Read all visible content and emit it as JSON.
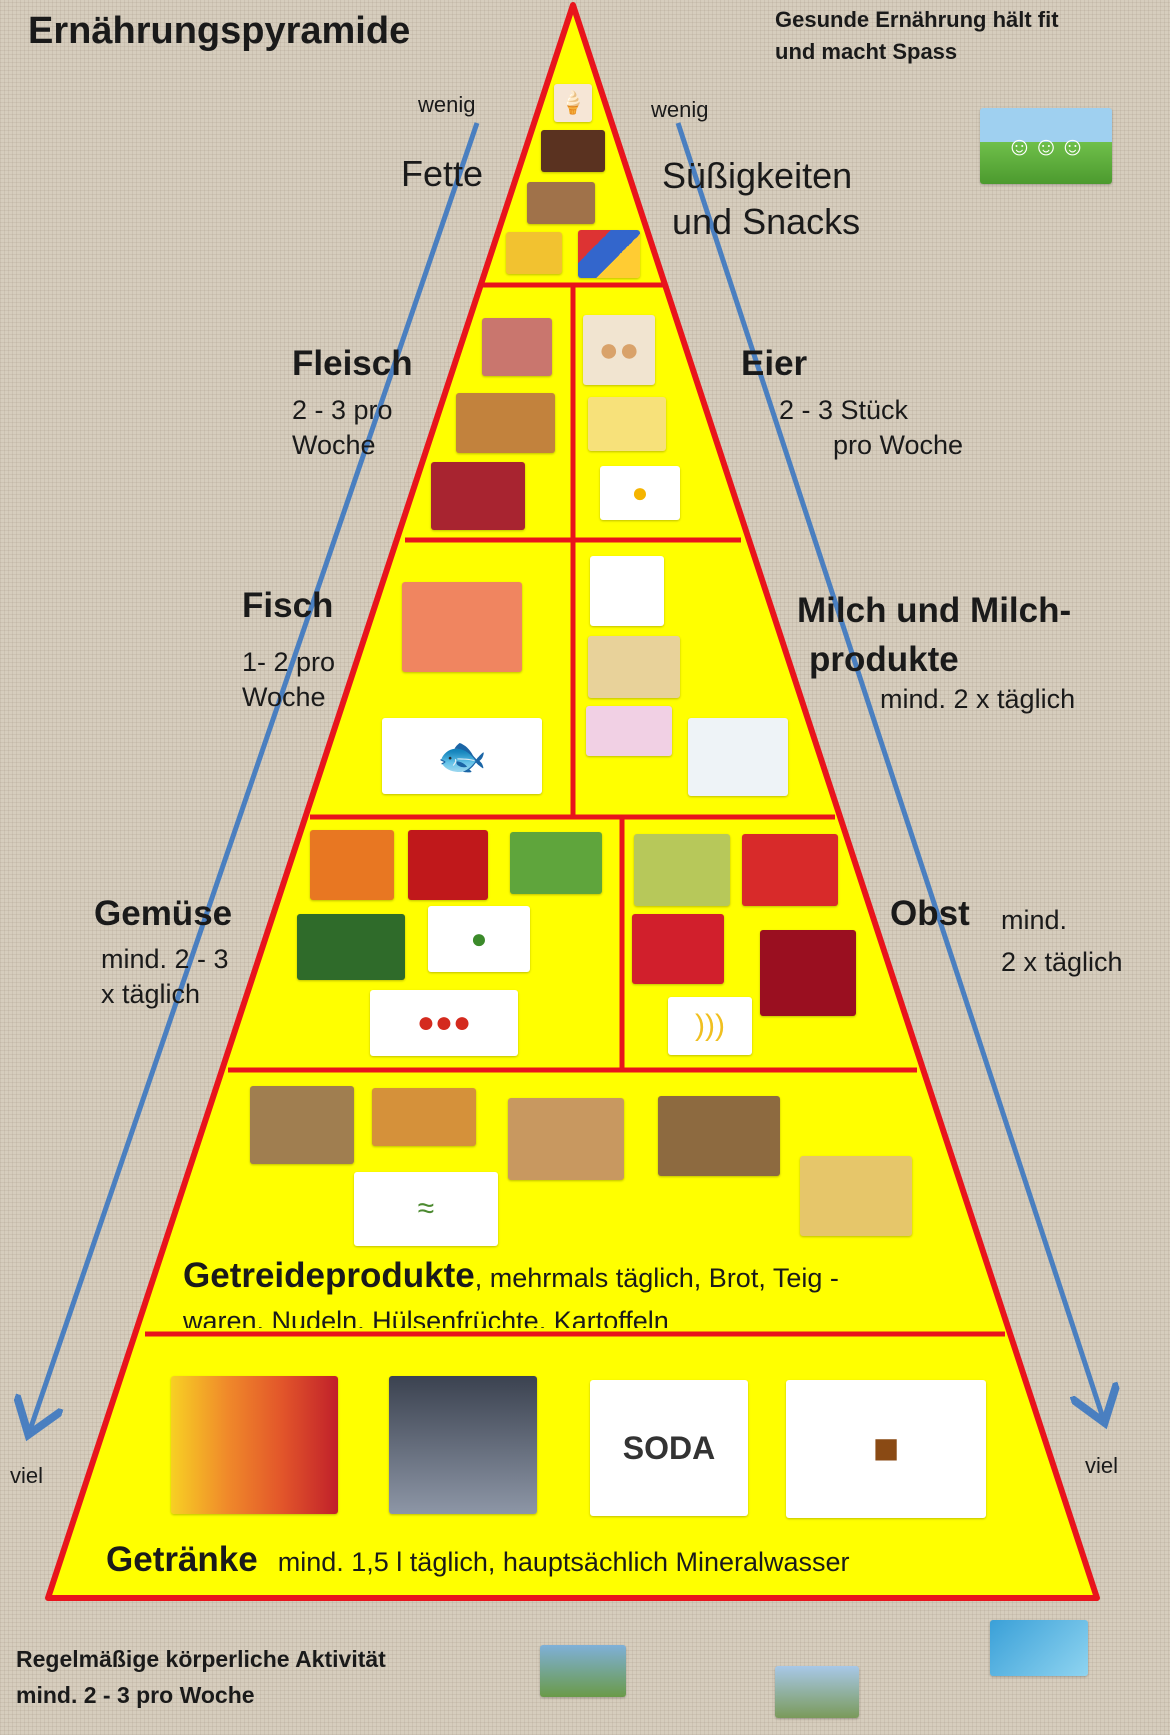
{
  "title": "Ernährungspyramide",
  "slogan": [
    "Gesunde Ernährung hält fit",
    "und macht Spass"
  ],
  "direction": {
    "top_left": "wenig",
    "top_right": "wenig",
    "bottom_left": "viel",
    "bottom_right": "viel"
  },
  "levels": {
    "fats": {
      "title": "Fette"
    },
    "sweets": {
      "title": [
        "Süßigkeiten",
        "und Snacks"
      ]
    },
    "meat": {
      "title": "Fleisch",
      "frequency": [
        "2 - 3  pro",
        "Woche"
      ]
    },
    "eggs": {
      "title": "Eier",
      "frequency": [
        "2 - 3 Stück",
        "pro Woche"
      ]
    },
    "fish": {
      "title": "Fisch",
      "frequency": [
        "1- 2 pro",
        "Woche"
      ]
    },
    "dairy": {
      "title": [
        "Milch und Milch-",
        "produkte"
      ],
      "frequency": "mind. 2 x täglich"
    },
    "vegetables": {
      "title": "Gemüse",
      "frequency": [
        "mind. 2 - 3",
        "x täglich"
      ]
    },
    "fruit": {
      "title": "Obst",
      "frequency": [
        "mind.",
        "2 x täglich"
      ]
    },
    "grains": {
      "title": "Getreideprodukte",
      "description": [
        ", mehrmals täglich, Brot,  Teig -",
        "waren, Nudeln, Hülsenfrüchte, Kartoffeln"
      ]
    },
    "drinks": {
      "title": "Getränke",
      "description": "mind. 1,5 l  täglich, hauptsächlich Mineralwasser"
    }
  },
  "soda_label": "SODA",
  "footer": [
    "Regelmäßige körperliche Aktivität",
    "mind. 2 - 3 pro Woche"
  ],
  "colors": {
    "pyramid_fill": "#ffff00",
    "pyramid_border": "#e8141c",
    "arrow": "#4a7fc0"
  }
}
